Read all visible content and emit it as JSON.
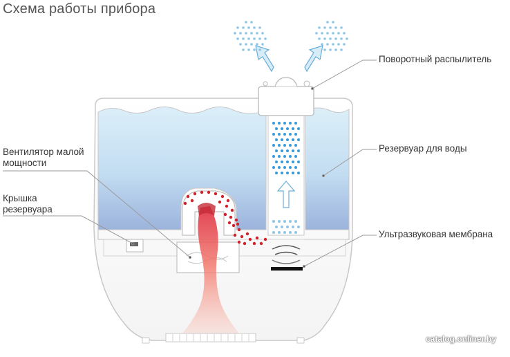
{
  "title": "Схема работы прибора",
  "labels": {
    "sprayer": "Поворотный распылитель",
    "reservoir": "Резервуар для воды",
    "membrane": "Ультразвуковая мембрана",
    "fan": "Вентилятор малой мощности",
    "lid": "Крышка резервуара"
  },
  "watermark": "catalog.onliner.by",
  "colors": {
    "water_top": "#d6ebf7",
    "water_bottom": "#9eb6dd",
    "mist_dots": "#8fc4e6",
    "column_dots": "#3a9ad6",
    "heat_dots": "#d0202a",
    "heat_stream": "#f08070",
    "arrow": "#bfe0f2",
    "outline": "#c8c8c8",
    "leader_line": "#9a9a9a"
  }
}
